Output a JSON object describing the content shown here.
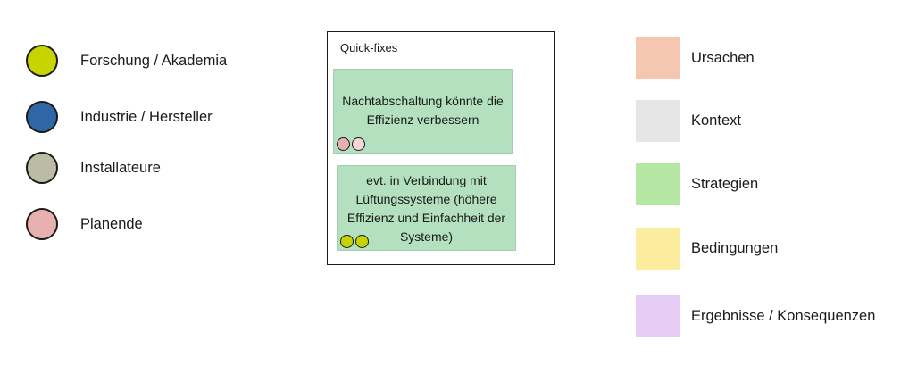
{
  "stakeholders": [
    {
      "label": "Forschung / Akademia",
      "color": "#c8d400"
    },
    {
      "label": "Industrie / Hersteller",
      "color": "#2f67a5"
    },
    {
      "label": "Installateure",
      "color": "#bcbca4"
    },
    {
      "label": "Planende",
      "color": "#e8b0b0"
    }
  ],
  "frame": {
    "title": "Quick-fixes",
    "notes": [
      {
        "text": "Nachtabschaltung könnte die Effizienz verbessern",
        "color": "#b3e0be",
        "tags": [
          "#e8b0b0",
          "#f6d6d6"
        ]
      },
      {
        "text": "evt. in Verbindung mit Lüftungssysteme (höhere Effizienz und Einfachheit der Systeme)",
        "color": "#b3e0be",
        "tags": [
          "#c8d400",
          "#c8d400"
        ]
      }
    ]
  },
  "categories": [
    {
      "label": "Ursachen",
      "color": "#f6c7b0"
    },
    {
      "label": "Kontext",
      "color": "#e6e6e6"
    },
    {
      "label": "Strategien",
      "color": "#b5e6a4"
    },
    {
      "label": "Bedingungen",
      "color": "#fcec9e"
    },
    {
      "label": "Ergebnisse / Konsequenzen",
      "color": "#e6cdf5"
    }
  ]
}
